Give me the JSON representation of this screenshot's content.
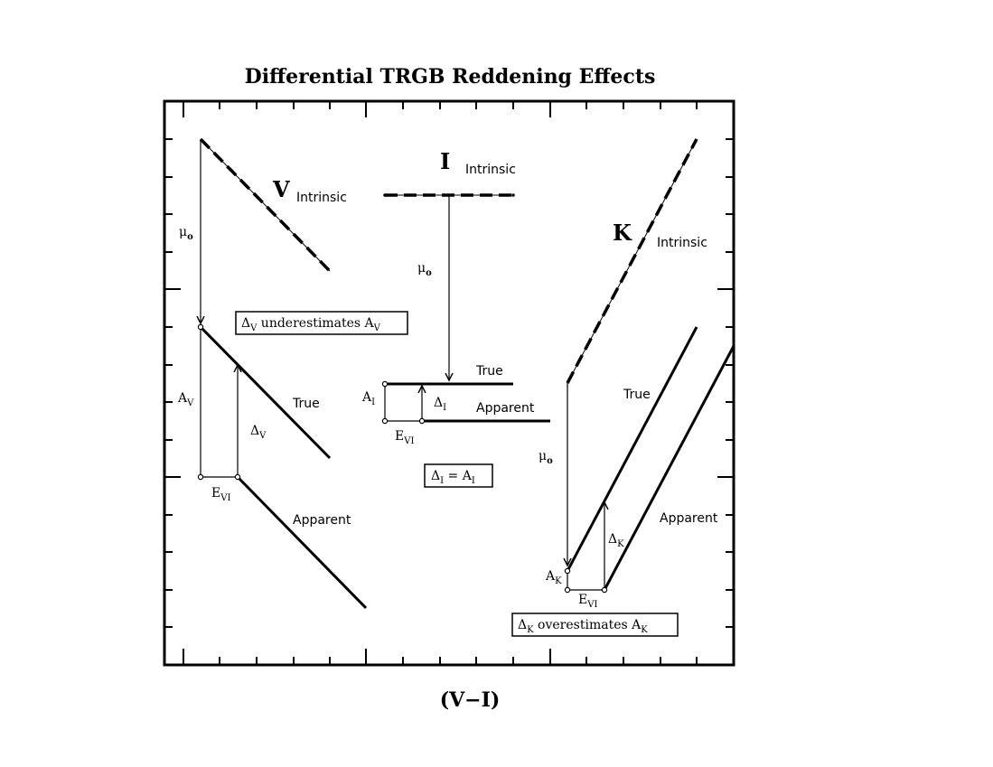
{
  "title": "Differential TRGB Reddening Effects",
  "xlabel": "(V−I)",
  "bands": {
    "v": {
      "name": "V",
      "intrinsic": "Intrinsic",
      "true": "True",
      "apparent": "Apparent"
    },
    "i": {
      "name": "I",
      "intrinsic": "Intrinsic",
      "true": "True",
      "apparent": "Apparent"
    },
    "k": {
      "name": "K",
      "intrinsic": "Intrinsic",
      "true": "True",
      "apparent": "Apparent"
    }
  },
  "symbols": {
    "mu": "μ",
    "mu_sub": "o",
    "A": "A",
    "E": "E",
    "Delta": "Δ",
    "sub_V": "V",
    "sub_I": "I",
    "sub_K": "K",
    "sub_VI": "VI"
  },
  "boxes": {
    "v_prefix": "Δ",
    "v_sub1": "V",
    "v_text": " underestimates A",
    "v_sub2": "V",
    "i_prefix": "Δ",
    "i_sub1": "I",
    "i_text": " = A",
    "i_sub2": "I",
    "k_prefix": "Δ",
    "k_sub1": "K",
    "k_text": " overestimates A",
    "k_sub2": "K"
  }
}
